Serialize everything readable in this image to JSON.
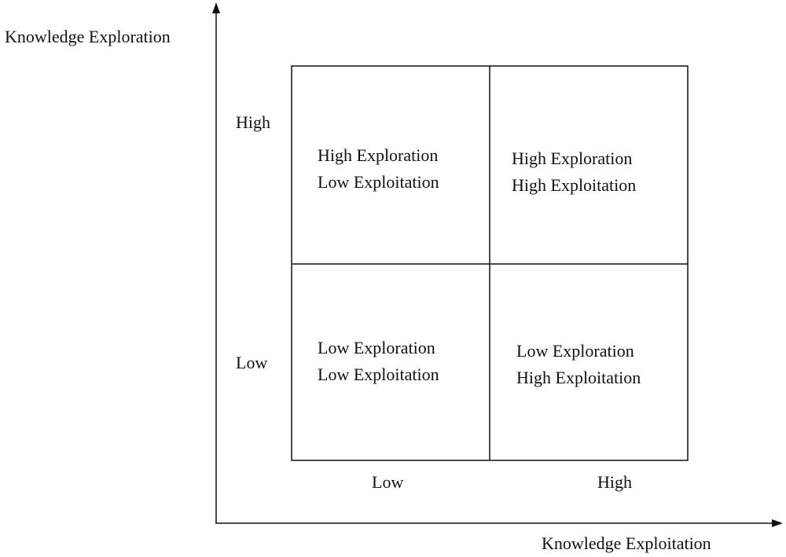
{
  "axes": {
    "y_title": "Knowledge  Exploration",
    "x_title": "Knowledge  Exploitation",
    "y_high": "High",
    "y_low": "Low",
    "x_low": "Low",
    "x_high": "High"
  },
  "quadrants": {
    "top_left": {
      "line1": "High  Exploration",
      "line2": "Low  Exploitation"
    },
    "top_right": {
      "line1": "High  Exploration",
      "line2": "High  Exploitation"
    },
    "bottom_left": {
      "line1": "Low  Exploration",
      "line2": "Low  Exploitation"
    },
    "bottom_right": {
      "line1": "Low  Exploration",
      "line2": "High  Exploitation"
    }
  },
  "colors": {
    "line": "#111111",
    "background": "#ffffff"
  }
}
